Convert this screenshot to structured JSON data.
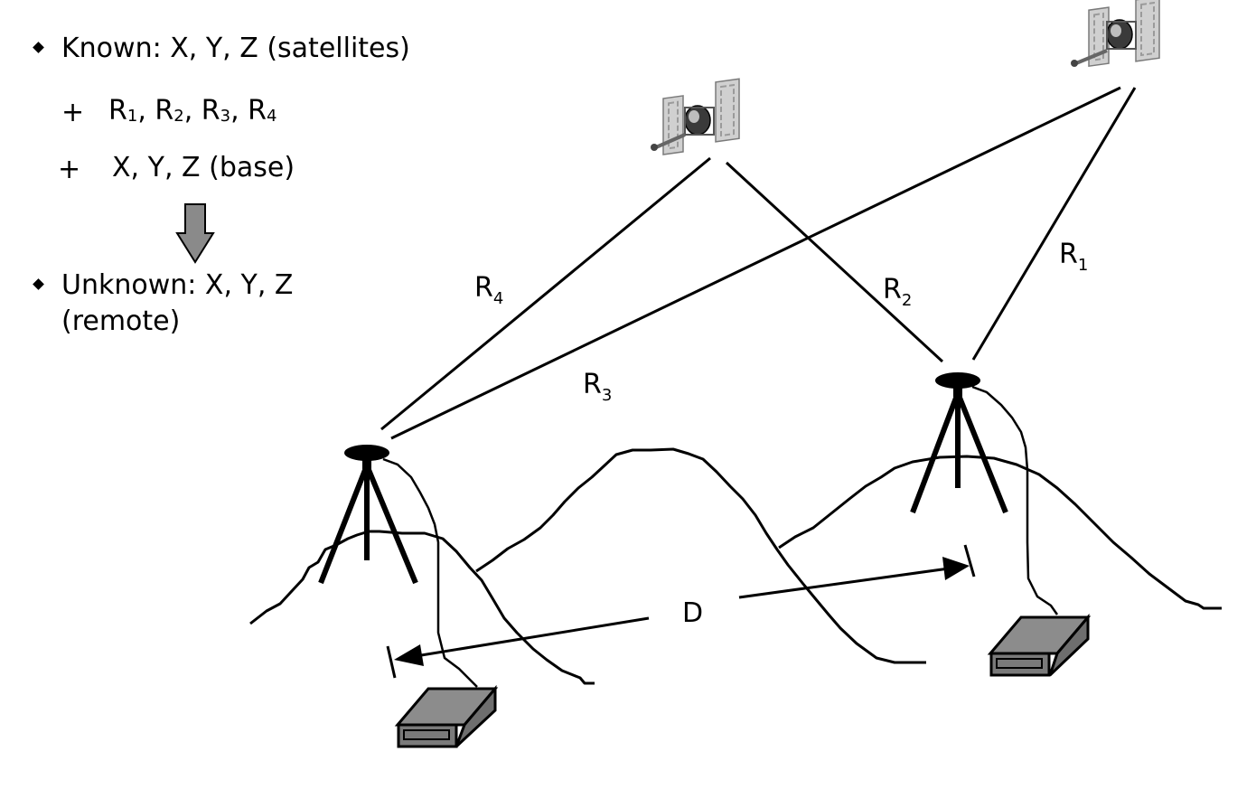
{
  "left_panel": {
    "known_label": "Known: X, Y, Z (satellites)",
    "plus_1": "+",
    "ranges": [
      {
        "letter": "R",
        "sub": "1",
        "sep": ", "
      },
      {
        "letter": "R",
        "sub": "2",
        "sep": ", "
      },
      {
        "letter": "R",
        "sub": "3",
        "sep": ", "
      },
      {
        "letter": "R",
        "sub": "4",
        "sep": ""
      }
    ],
    "plus_2": "+",
    "base_label": "X, Y, Z (base)",
    "unknown_line1": "Unknown: X, Y, Z",
    "unknown_line2": "(remote)"
  },
  "diagram": {
    "range_labels": [
      {
        "letter": "R",
        "sub": "1"
      },
      {
        "letter": "R",
        "sub": "2"
      },
      {
        "letter": "R",
        "sub": "3"
      },
      {
        "letter": "R",
        "sub": "4"
      }
    ],
    "distance_label": "D"
  }
}
